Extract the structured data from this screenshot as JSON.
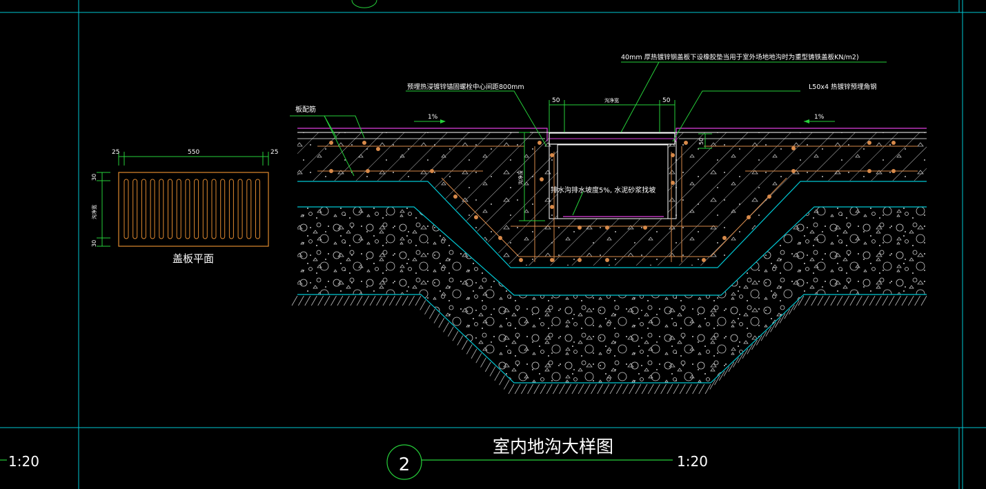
{
  "colors": {
    "background": "#000000",
    "frame": "#00c8d4",
    "dimension": "#26d03a",
    "magenta": "#e040e0",
    "label": "#ffffff",
    "rebar": "#d88a4a",
    "hatch": "#cfcfcf"
  },
  "drawing": {
    "title": "室内地沟大样图",
    "detail_number": "2",
    "scale": "1:20",
    "left_scale": "1:20"
  },
  "cover_plan": {
    "title": "盖板平面",
    "dim_left": "25",
    "dim_width": "550",
    "dim_right": "25",
    "dim_top": "30",
    "dim_bottom": "30",
    "dim_side": "沟净宽"
  },
  "section": {
    "label_cover_plate": "40mm  厚热镀锌钢盖板下设橡胶垫当用于室外场地地沟时为重型铸铁盖板KN/m2)",
    "label_bolt": "预埋热浸镀锌锚固螺栓中心间距800mm",
    "label_angle": "L50x4  热镀锌预埋角钢",
    "label_rebar": "板配筋",
    "slope_left": "1%",
    "slope_right": "1%",
    "dim_50_left": "50",
    "dim_clear_width": "沟净宽",
    "dim_50_right": "50",
    "dim_50_vertical": "50",
    "dim_depth": "沟净深",
    "label_drain": "排水沟排水坡度5%, 水泥砂浆找坡"
  }
}
